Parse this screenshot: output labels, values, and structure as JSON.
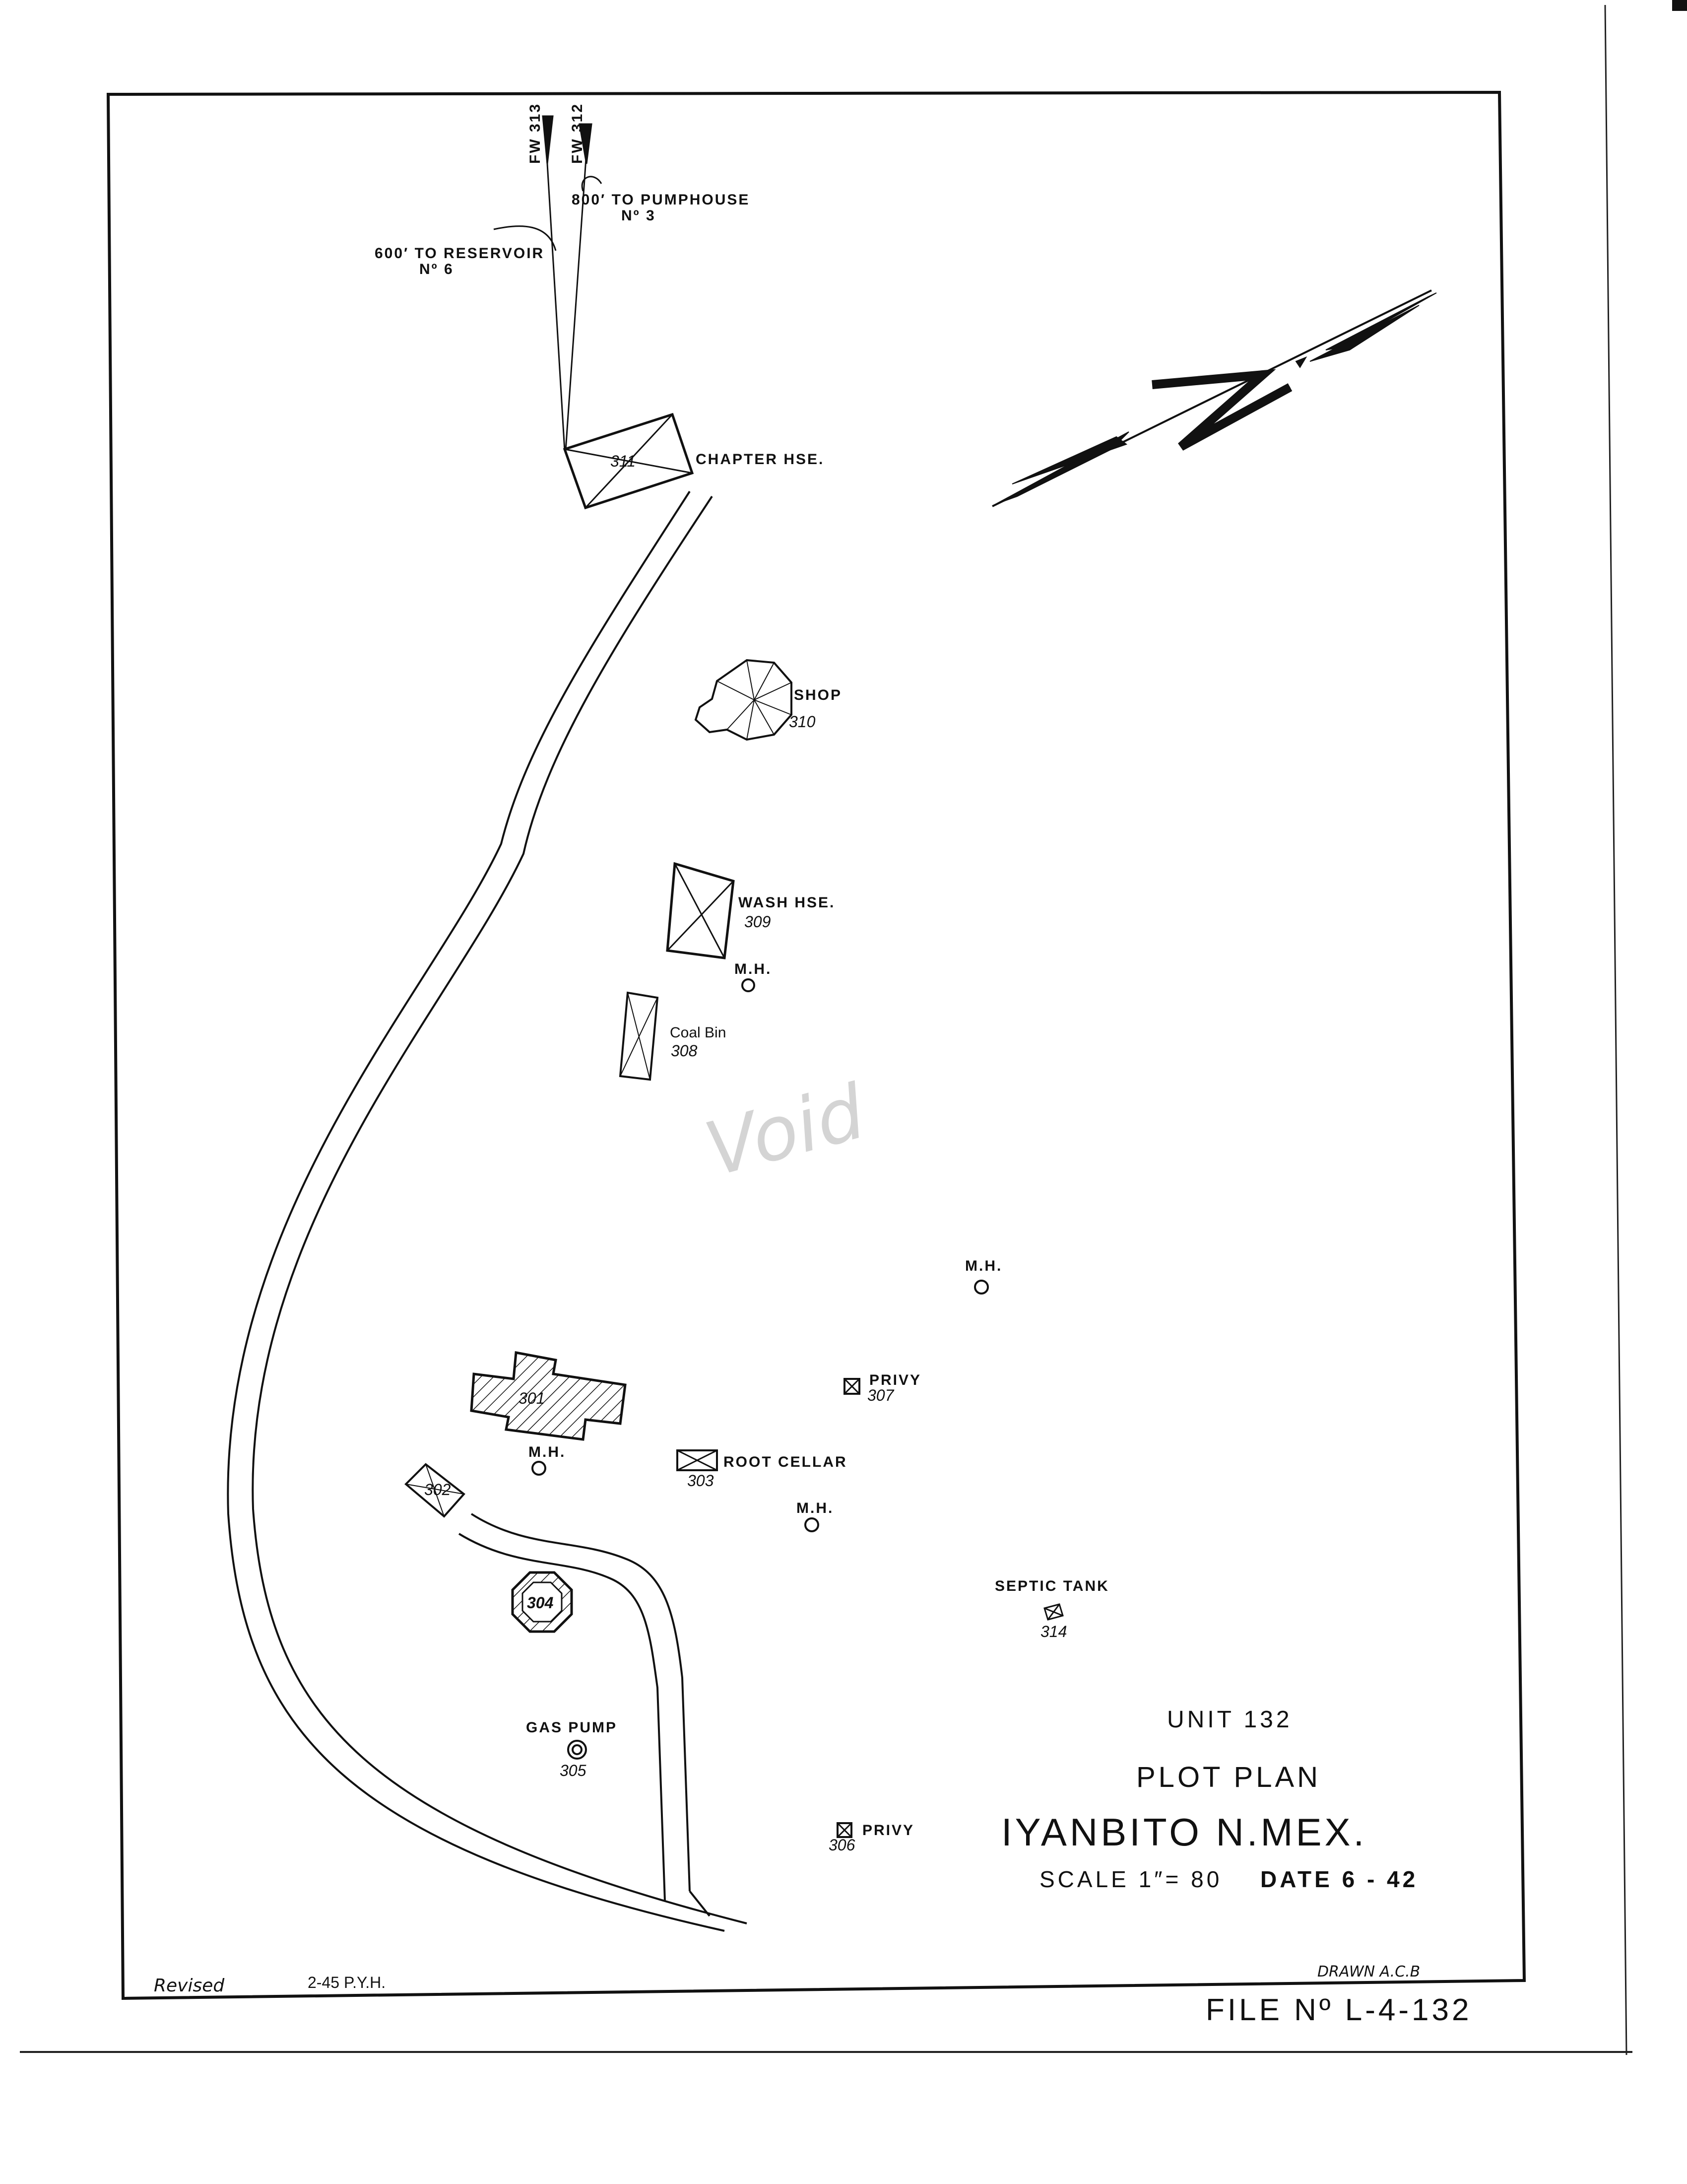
{
  "labels": {
    "fw313": "FW 313",
    "fw312": "FW 312",
    "pumphouse_line1": "800′ TO PUMPHOUSE",
    "pumphouse_line2": "Nº 3",
    "reservoir_line1": "600′ TO RESERVOIR",
    "reservoir_line2": "Nº 6",
    "chapter_house": "CHAPTER HSE.",
    "chapter_house_num": "311",
    "shop": "SHOP",
    "shop_num": "310",
    "wash_house": "WASH HSE.",
    "wash_house_num": "309",
    "mh": "M.H.",
    "coal_bin": "Coal Bin",
    "coal_bin_num": "308",
    "privy": "PRIVY",
    "privy_307_num": "307",
    "privy_306_num": "306",
    "root_cellar": "ROOT CELLAR",
    "root_cellar_num": "303",
    "building_301": "301",
    "building_302": "302",
    "building_304": "304",
    "gas_pump": "GAS PUMP",
    "gas_pump_num": "305",
    "septic_tank": "SEPTIC TANK",
    "septic_tank_num": "314",
    "void_mark": "Void"
  },
  "title_block": {
    "unit": "UNIT 132",
    "plan_type": "PLOT PLAN",
    "location": "IYANBITO N.MEX.",
    "scale": "SCALE 1″= 80",
    "date": "DATE 6 - 42",
    "drawn": "DRAWN A.C.B",
    "revised": "Revised",
    "revised_info": "2-45 P.Y.H.",
    "file_no": "FILE Nº L-4-132"
  },
  "north_arrow": {
    "symbol": "N"
  },
  "colors": {
    "ink": "#111111",
    "paper": "#ffffff",
    "margin_line": "#222222"
  }
}
